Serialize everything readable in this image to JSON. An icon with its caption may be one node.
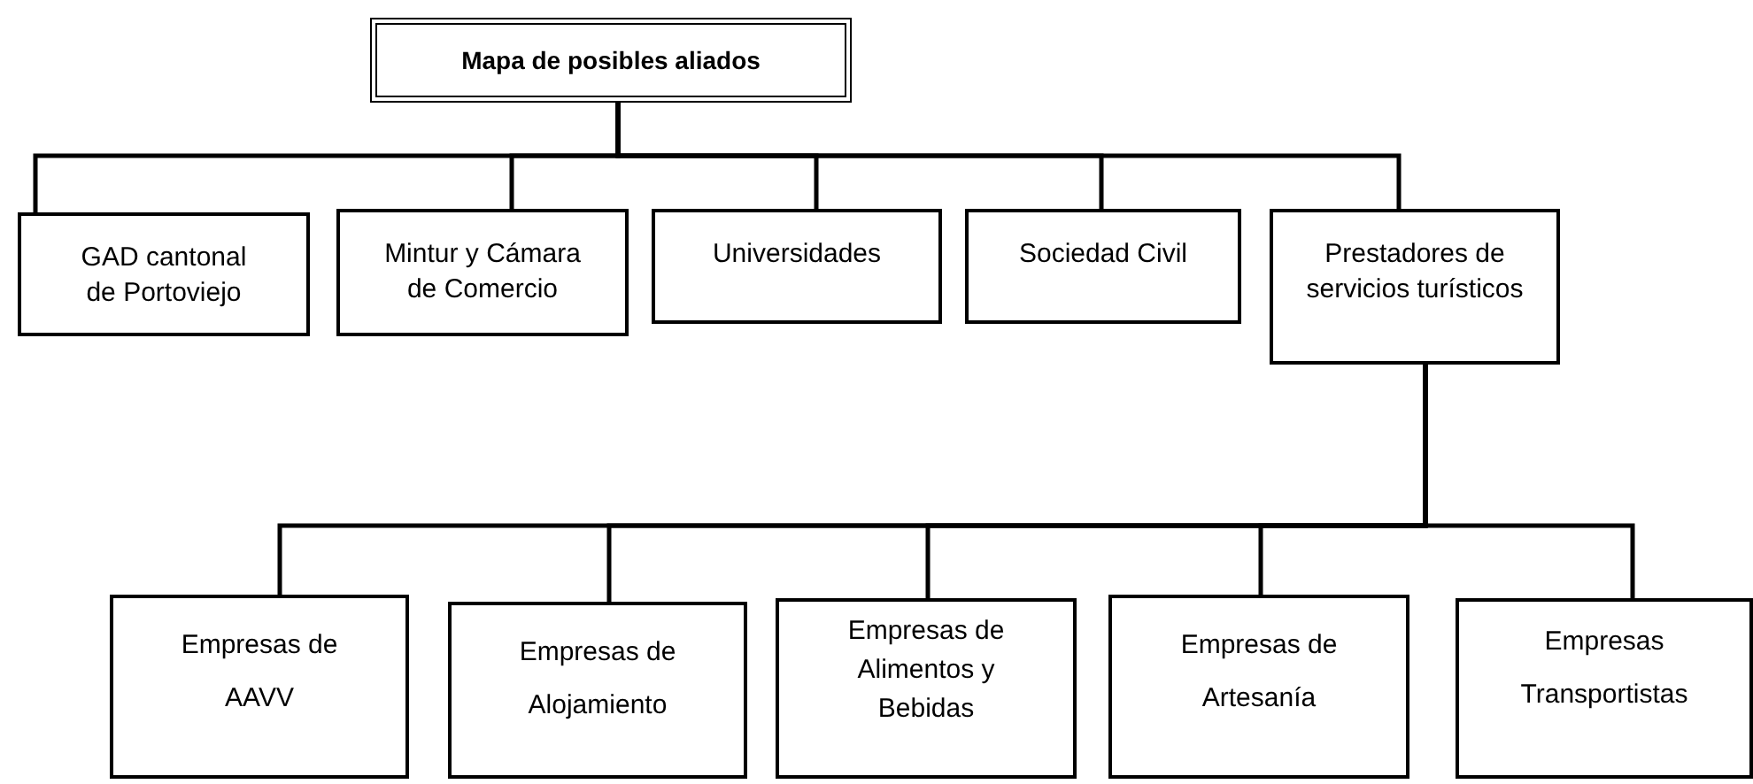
{
  "diagram": {
    "nodes": [
      {
        "text": [
          "Mapa de posibles aliados"
        ]
      },
      {
        "text": [
          "GAD cantonal de Portoviejo"
        ]
      },
      {
        "text": [
          "Mintur y Cámara de Comercio"
        ]
      },
      {
        "text": [
          "Universidades"
        ]
      },
      {
        "text": [
          "Sociedad Civil"
        ]
      },
      {
        "text": [
          "Prestadores de servicios turísticos"
        ]
      },
      {
        "text": [
          "Empresas de AAVV"
        ]
      },
      {
        "text": [
          "Empresas de Alojamiento"
        ]
      },
      {
        "text": [
          "Empresas de Alimentos y Bebidas"
        ]
      },
      {
        "text": [
          "Empresas de Artesanía"
        ]
      },
      {
        "text": [
          "Empresas Transportistas"
        ]
      }
    ],
    "edges": [
      {
        "from": 0,
        "to": 1,
        "arrow": "none"
      },
      {
        "from": 0,
        "to": 2,
        "arrow": "none"
      },
      {
        "from": 0,
        "to": 3,
        "arrow": "none"
      },
      {
        "from": 0,
        "to": 4,
        "arrow": "none"
      },
      {
        "from": 0,
        "to": 5,
        "arrow": "none"
      },
      {
        "from": 5,
        "to": 6,
        "arrow": "none"
      },
      {
        "from": 5,
        "to": 7,
        "arrow": "none"
      },
      {
        "from": 5,
        "to": 8,
        "arrow": "none"
      },
      {
        "from": 5,
        "to": 9,
        "arrow": "none"
      },
      {
        "from": 5,
        "to": 10,
        "arrow": "none"
      }
    ]
  }
}
